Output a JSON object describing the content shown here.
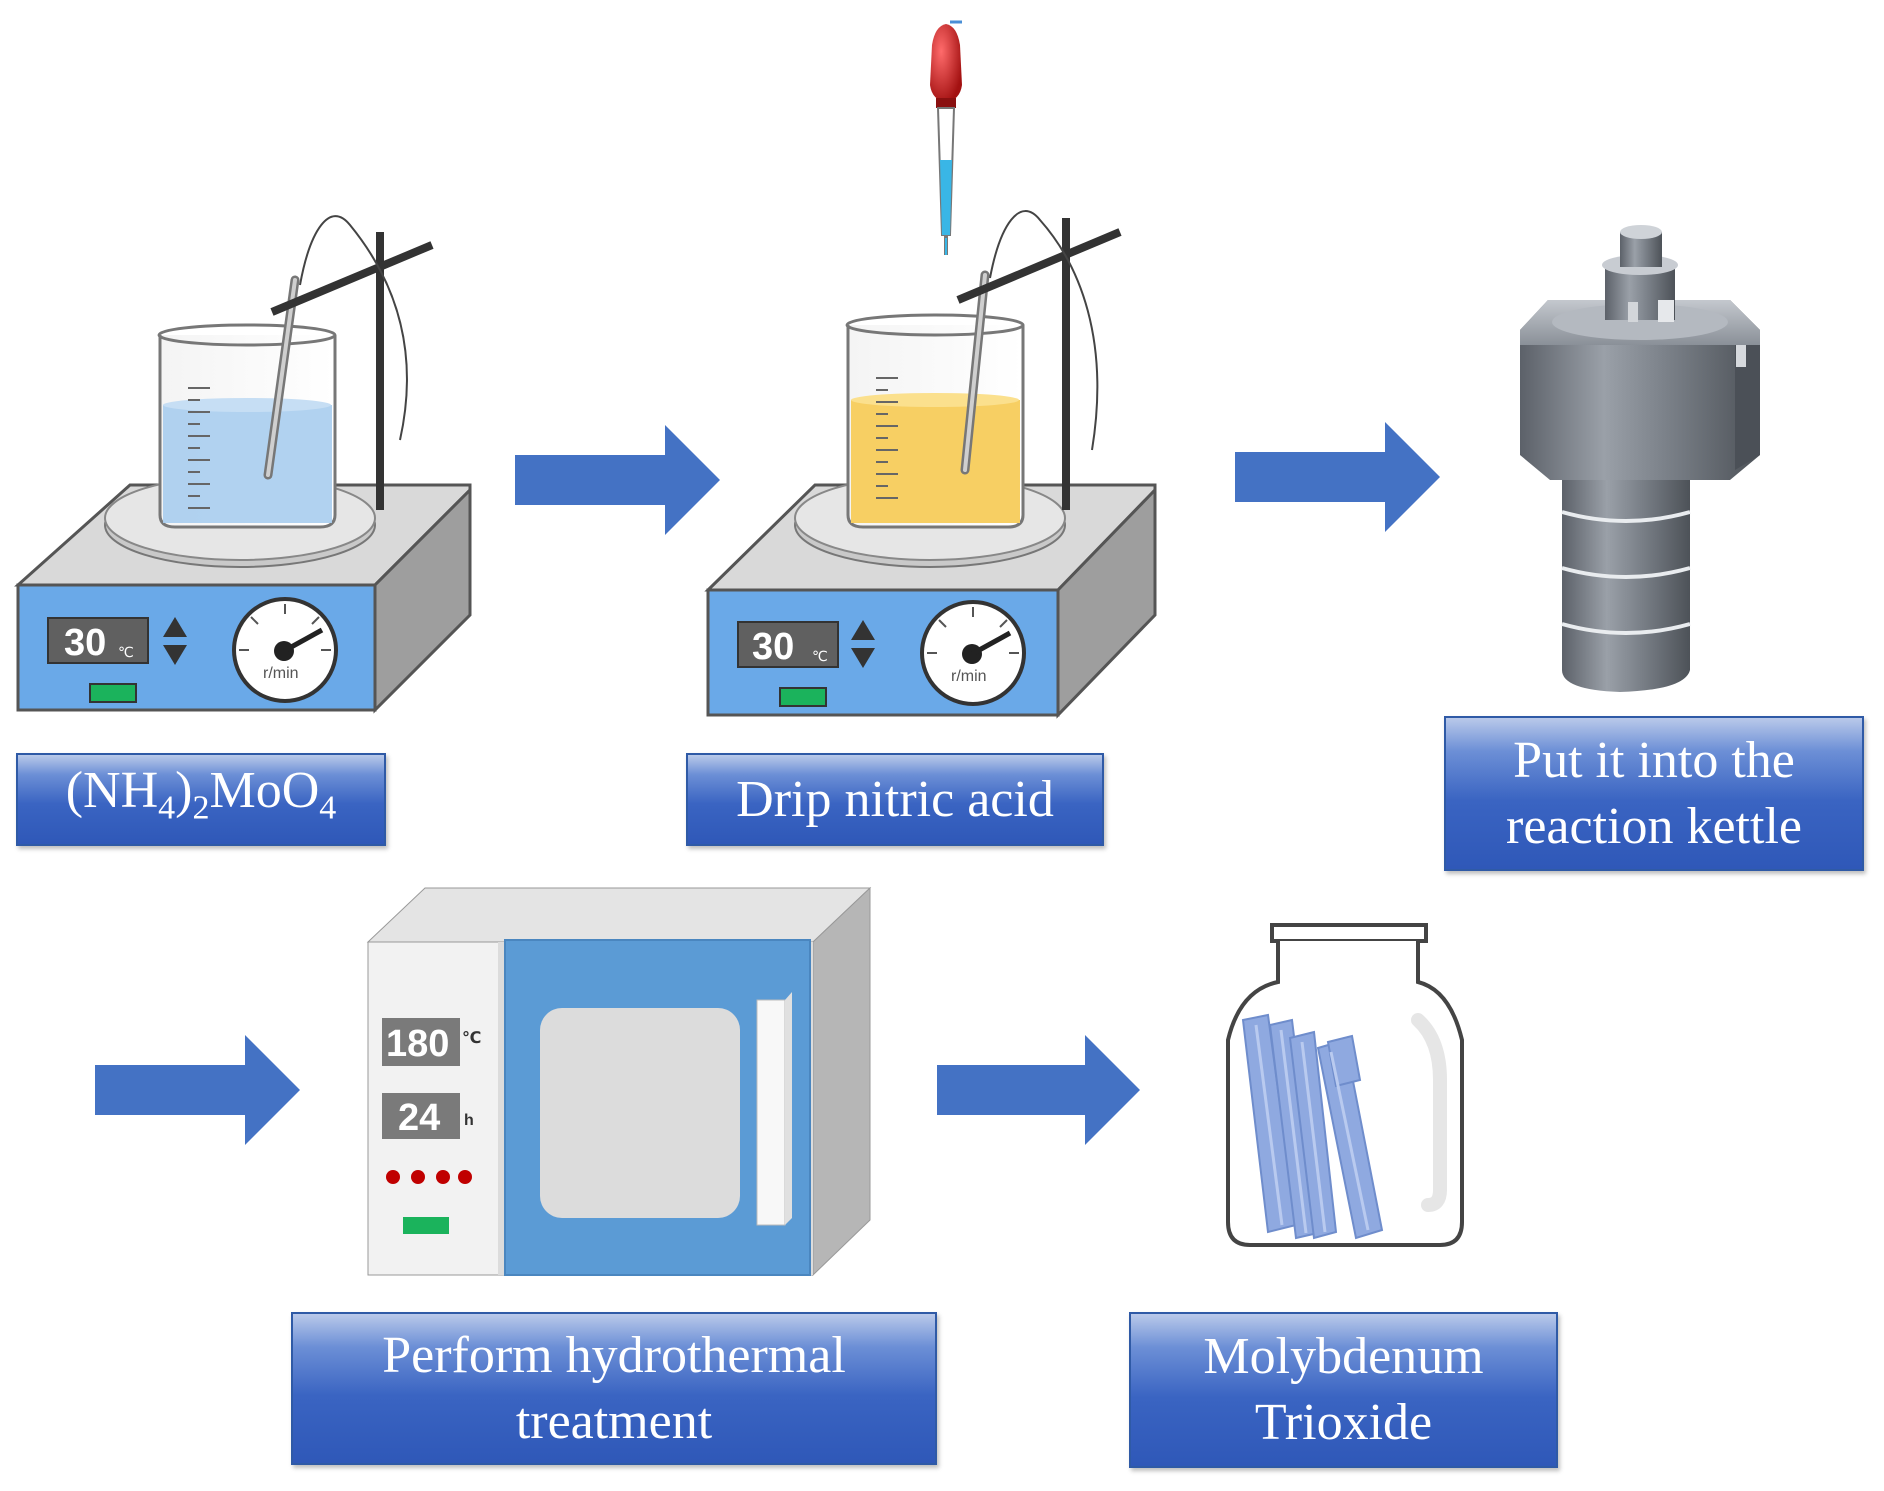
{
  "steps": [
    {
      "label_parts": {
        "main": "(NH",
        "sub1": "4",
        "mid": ")",
        "sub2": "2",
        "tail": "MoO",
        "sub3": "4"
      }
    },
    {
      "label": "Drip nitric acid"
    },
    {
      "label_lines": [
        "Put it into the",
        "reaction kettle"
      ]
    },
    {
      "label_lines": [
        "Perform hydrothermal",
        "treatment"
      ]
    },
    {
      "label_lines": [
        "Molybdenum",
        "Trioxide"
      ]
    }
  ],
  "stirrer1": {
    "temp": "30",
    "unit": "℃",
    "rpm_label": "r/min"
  },
  "stirrer2": {
    "temp": "30",
    "unit": "℃",
    "rpm_label": "r/min"
  },
  "oven": {
    "temp": "180",
    "temp_unit": "℃",
    "time": "24",
    "time_unit": "h"
  },
  "colors": {
    "arrow": "#4472c4",
    "label_bg": "#3a64c2",
    "stirrer_front": "#6aa9e8",
    "solution_1": "#a9cdee",
    "solution_2": "#f7cf63",
    "oven_door": "#5b9bd5",
    "crystals": "#8fa9e0"
  }
}
